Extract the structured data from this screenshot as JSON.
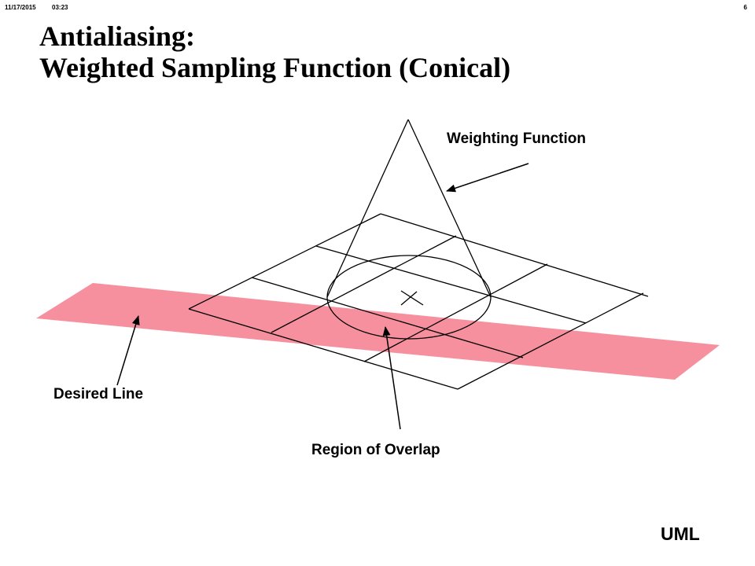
{
  "header": {
    "date": "11/17/2015",
    "time": "03:23",
    "page_number": "6"
  },
  "title": {
    "line1": "Antialiasing:",
    "line2": "Weighted Sampling Function (Conical)"
  },
  "labels": {
    "weighting_function": "Weighting Function",
    "desired_line": "Desired Line",
    "region_of_overlap": "Region of Overlap"
  },
  "footer": {
    "organization": "UML"
  },
  "colors": {
    "desired_line_fill": "#f7909e",
    "stroke": "#000000",
    "background": "#ffffff"
  }
}
